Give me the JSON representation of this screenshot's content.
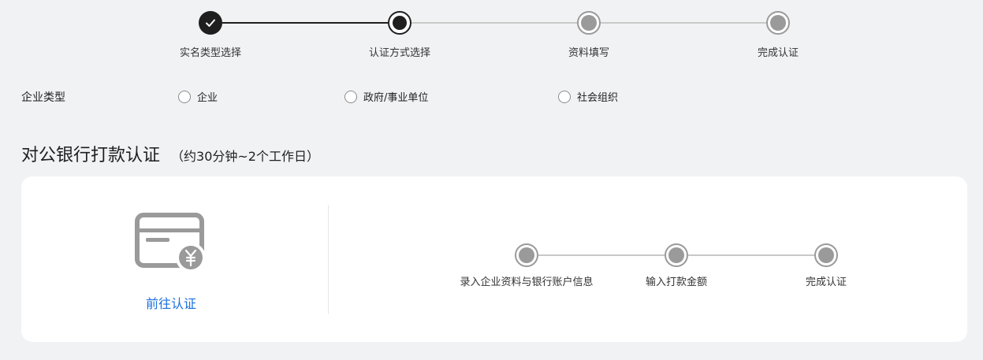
{
  "steps": {
    "items": [
      {
        "label": "实名类型选择",
        "state": "done"
      },
      {
        "label": "认证方式选择",
        "state": "current"
      },
      {
        "label": "资料填写",
        "state": "pending"
      },
      {
        "label": "完成认证",
        "state": "pending"
      }
    ]
  },
  "enterprise_type": {
    "label": "企业类型",
    "options": [
      {
        "label": "企业",
        "selected": false
      },
      {
        "label": "政府/事业单位",
        "selected": false
      },
      {
        "label": "社会组织",
        "selected": false
      }
    ]
  },
  "section": {
    "title": "对公银行打款认证",
    "subtitle": "（约30分钟~2个工作日）"
  },
  "card": {
    "icon": "bank-card-yuan-icon",
    "link_label": "前往认证",
    "substeps": [
      {
        "label": "录入企业资料与银行账户信息"
      },
      {
        "label": "输入打款金额"
      },
      {
        "label": "完成认证"
      }
    ]
  },
  "colors": {
    "background": "#f1f2f4",
    "card": "#ffffff",
    "active_step": "#1f1f1f",
    "pending_step": "#9a9a9a",
    "link": "#1a6fe0"
  }
}
